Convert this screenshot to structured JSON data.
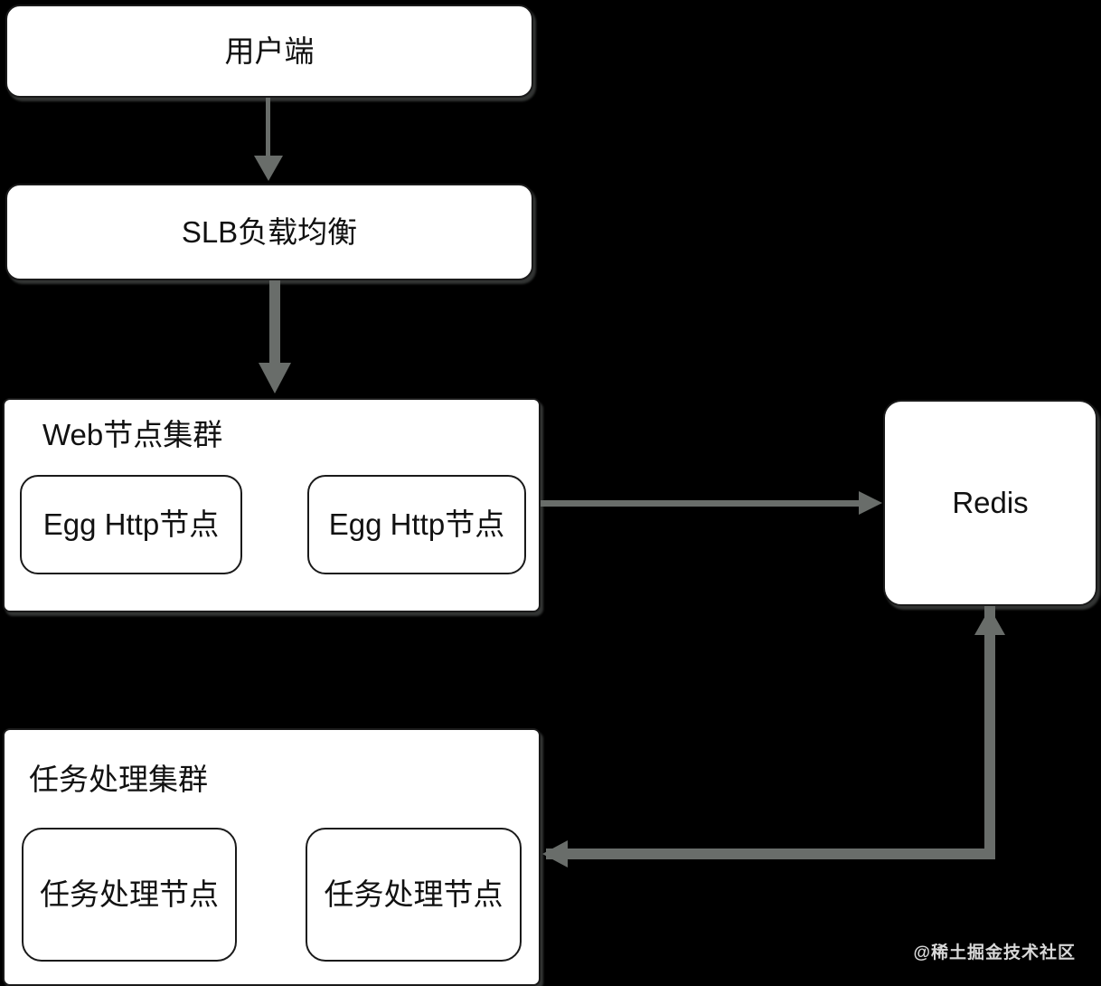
{
  "colors": {
    "background": "#000000",
    "node_fill": "#ffffff",
    "node_border": "#1a1a1a",
    "arrow": "#696d6a",
    "text": "#111111",
    "watermark_text": "#d8d8d8"
  },
  "nodes": {
    "client": {
      "label": "用户端"
    },
    "slb": {
      "label": "SLB负载均衡"
    },
    "web_cluster": {
      "title": "Web节点集群",
      "nodes": [
        "Egg Http节点",
        "Egg Http节点"
      ]
    },
    "redis": {
      "label": "Redis"
    },
    "task_cluster": {
      "title": "任务处理集群",
      "nodes": [
        "任务处理节点",
        "任务处理节点"
      ]
    }
  },
  "edges": [
    {
      "from": "用户端",
      "to": "SLB负载均衡",
      "direction": "down"
    },
    {
      "from": "SLB负载均衡",
      "to": "Web节点集群",
      "direction": "down"
    },
    {
      "from": "Web节点集群",
      "to": "Redis",
      "direction": "right"
    },
    {
      "from": "Redis",
      "to": "任务处理集群",
      "direction": "down-then-left",
      "bidirectional": true
    }
  ],
  "watermark": {
    "text": "@稀土掘金技术社区"
  }
}
